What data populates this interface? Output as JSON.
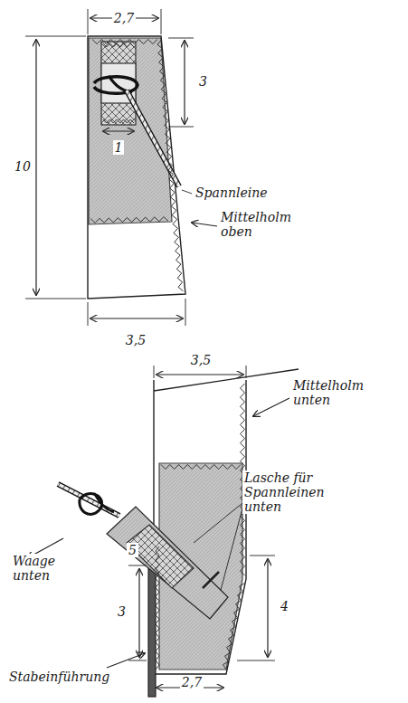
{
  "diagram": {
    "labels": [
      "2,7",
      "3",
      "1",
      "Spannleine",
      "10",
      "Mittelholm oben",
      "3,5",
      "3,5",
      "Mittelholm unten",
      "Waage unten",
      "Lasche für Spannleinen unten",
      "5",
      "3",
      "4",
      "Stabeinführung",
      "2,7"
    ]
  }
}
